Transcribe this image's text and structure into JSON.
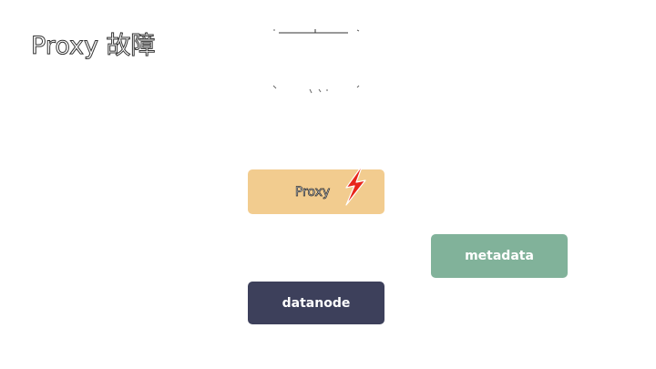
{
  "slide": {
    "title": "Proxy 故障"
  },
  "diagram": {
    "proxy": {
      "label": "Proxy",
      "status_icon": "lightning-bolt-icon"
    },
    "metadata": {
      "label": "metadata"
    },
    "datanode": {
      "label": "datanode"
    }
  },
  "colors": {
    "proxy_fill": "#f2cc8f",
    "metadata_fill": "#81b29a",
    "datanode_fill": "#3d405b",
    "bolt_fill": "#e8261b",
    "background": "#ffffff"
  }
}
